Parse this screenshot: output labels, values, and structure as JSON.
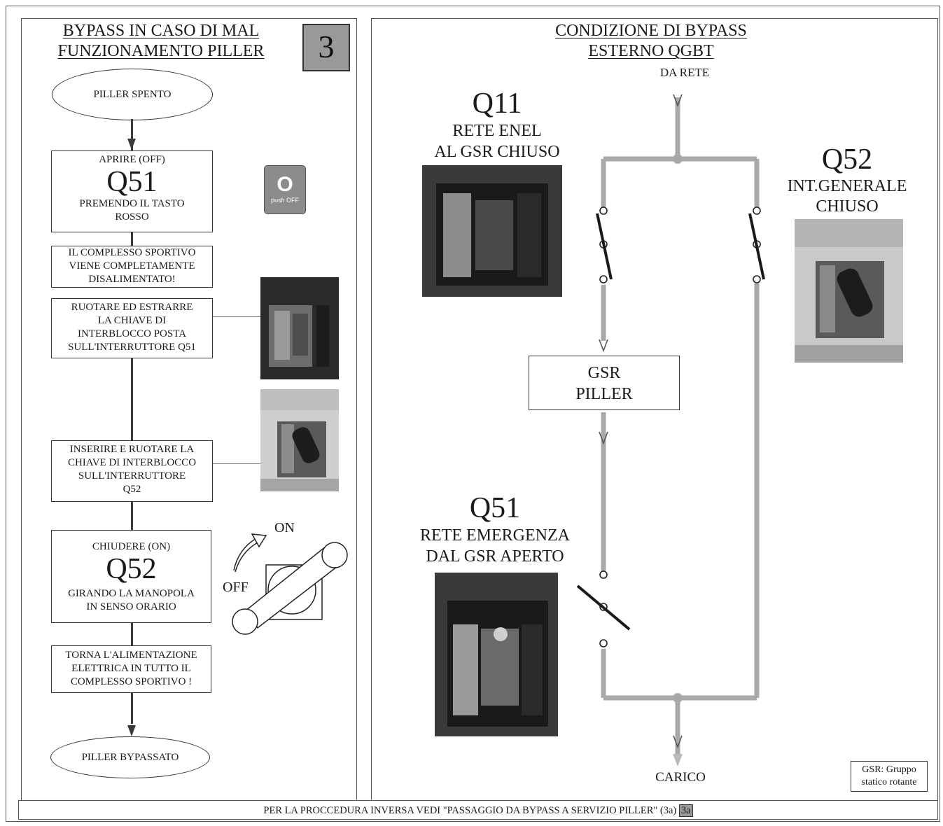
{
  "left_panel": {
    "title_line1": "BYPASS IN CASO DI MAL",
    "title_line2": "FUNZIONAMENTO PILLER",
    "step_number": "3",
    "start": "PILLER SPENTO",
    "step1": {
      "top": "APRIRE (OFF)",
      "code": "Q51",
      "line1": "PREMENDO IL TASTO",
      "line2": "ROSSO"
    },
    "button_icon": {
      "glyph": "O",
      "label": "push OFF"
    },
    "step2": [
      "IL COMPLESSO SPORTIVO",
      "VIENE COMPLETAMENTE",
      "DISALIMENTATO!"
    ],
    "step3": [
      "RUOTARE ED ESTRARRE",
      "LA CHIAVE DI",
      "INTERBLOCCO POSTA",
      "SULL'INTERRUTTORE Q51"
    ],
    "step4": [
      "INSERIRE E RUOTARE LA",
      "CHIAVE DI INTERBLOCCO",
      "SULL'INTERRUTTORE",
      "Q52"
    ],
    "step5": {
      "top": "CHIUDERE (ON)",
      "code": "Q52",
      "line1": "GIRANDO LA MANOPOLA",
      "line2": "IN SENSO ORARIO"
    },
    "knob": {
      "on": "ON",
      "off": "OFF"
    },
    "step6": [
      "TORNA L'ALIMENTAZIONE",
      "ELETTRICA IN TUTTO IL",
      "COMPLESSO SPORTIVO !"
    ],
    "end": "PILLER BYPASSATO"
  },
  "right_panel": {
    "title_line1": "CONDIZIONE DI BYPASS",
    "title_line2": "ESTERNO QGBT",
    "source": "DA RETE",
    "q11": {
      "code": "Q11",
      "line1": "RETE ENEL",
      "line2": "AL GSR CHIUSO"
    },
    "q52": {
      "code": "Q52",
      "line1": "INT.GENERALE",
      "line2": "CHIUSO"
    },
    "q51": {
      "code": "Q51",
      "line1": "RETE EMERGENZA",
      "line2": "DAL GSR APERTO"
    },
    "gsr": {
      "line1": "GSR",
      "line2": "PILLER"
    },
    "load": "CARICO",
    "legend": {
      "line1": "GSR: Gruppo",
      "line2": "statico rotante"
    }
  },
  "footer": {
    "text": "PER LA PROCCEDURA INVERSA VEDI \"PASSAGGIO DA BYPASS A SERVIZIO PILLER\" (3a)",
    "link": "3a"
  },
  "colors": {
    "wire": "#a9a9a9",
    "badge": "#999999",
    "line": "#3a3a3a"
  }
}
